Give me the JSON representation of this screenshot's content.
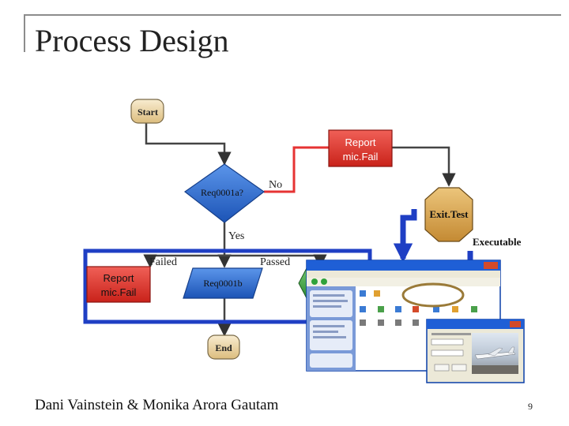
{
  "slide": {
    "title": "Process Design",
    "footer": "Dani Vainstein & Monika Arora Gautam",
    "page_number": "9"
  },
  "diagram": {
    "start": "Start",
    "report_top": [
      "Report",
      "mic.Fail"
    ],
    "decision": "Req0001a?",
    "no_label": "No",
    "exit_test": "Exit.Test",
    "yes_label": "Yes",
    "executable": "Executable",
    "failed_label": "Failed",
    "passed_label": "Passed",
    "report_left": [
      "Report",
      "mic.Fail"
    ],
    "req_b": "Req0001b",
    "end": "End"
  },
  "colors": {
    "start_fill": "#efd9a9",
    "exit_fill": "#d7a450",
    "report_fill": "#e4342a",
    "decision_fill": "#2567c8",
    "highlight_blue": "#1f3fc4",
    "no_path": "#e63333",
    "dark_path": "#444444"
  },
  "icons": [
    "windows-explorer-window-icon",
    "login-dialog-icon",
    "airplane-photo-icon"
  ]
}
